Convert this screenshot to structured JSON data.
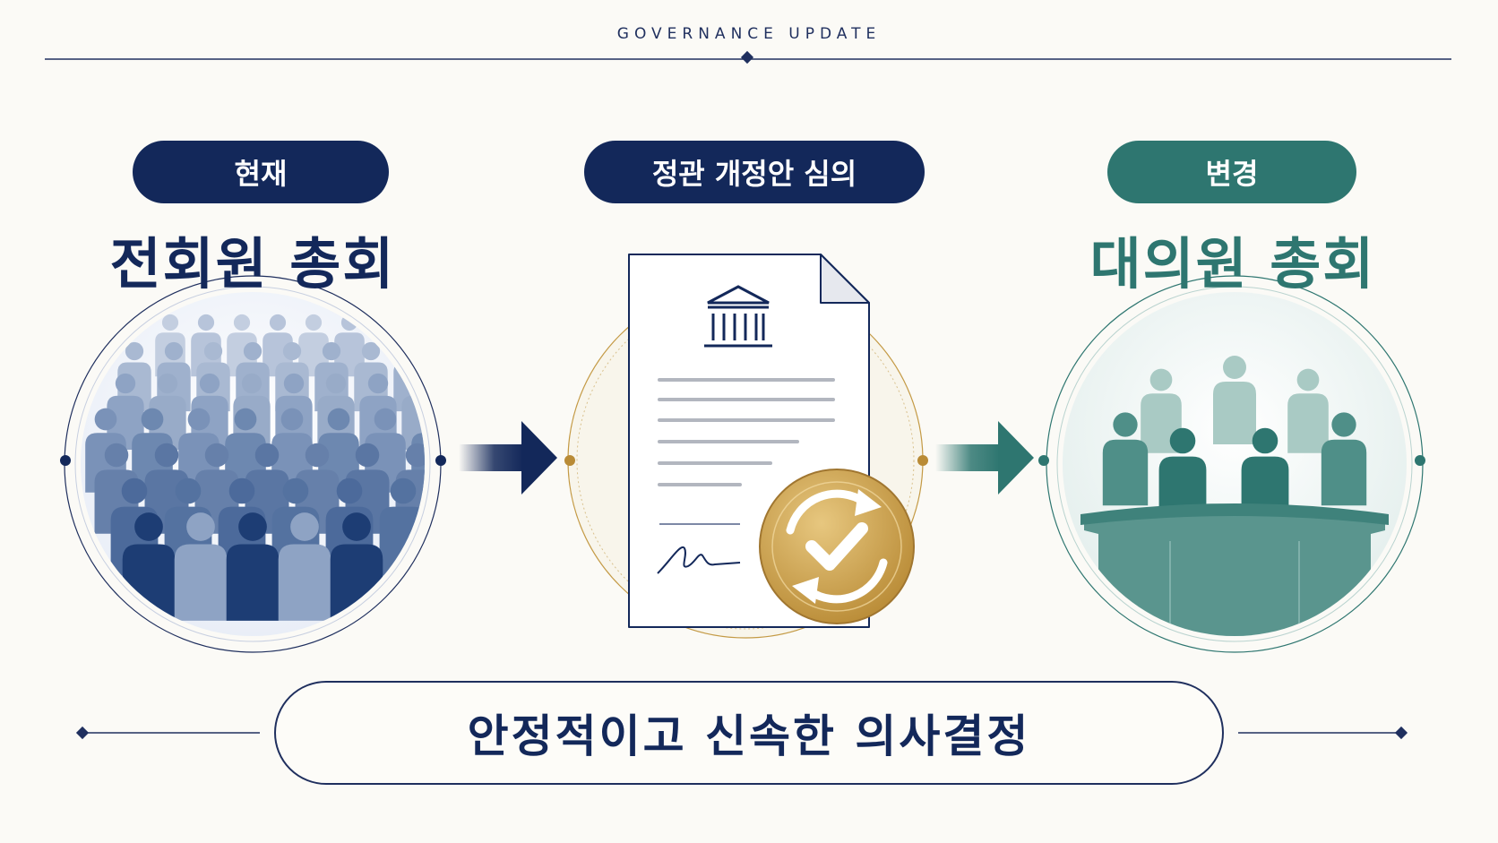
{
  "kicker": "GOVERNANCE  UPDATE",
  "current": {
    "badge": "현재",
    "title": "전회원 총회"
  },
  "process": {
    "badge": "정관 개정안 심의"
  },
  "changed": {
    "badge": "변경",
    "title": "대의원 총회"
  },
  "banner": "안정적이고 신속한 의사결정",
  "icons": {
    "left": "crowd-icon",
    "middle": "document-icon",
    "middle_badge": "approval-cycle-icon",
    "right": "delegates-assembly-icon"
  },
  "colors": {
    "navy": "#13285a",
    "teal": "#2e7670",
    "gold": "#c49a45",
    "background": "#fbfaf6"
  }
}
